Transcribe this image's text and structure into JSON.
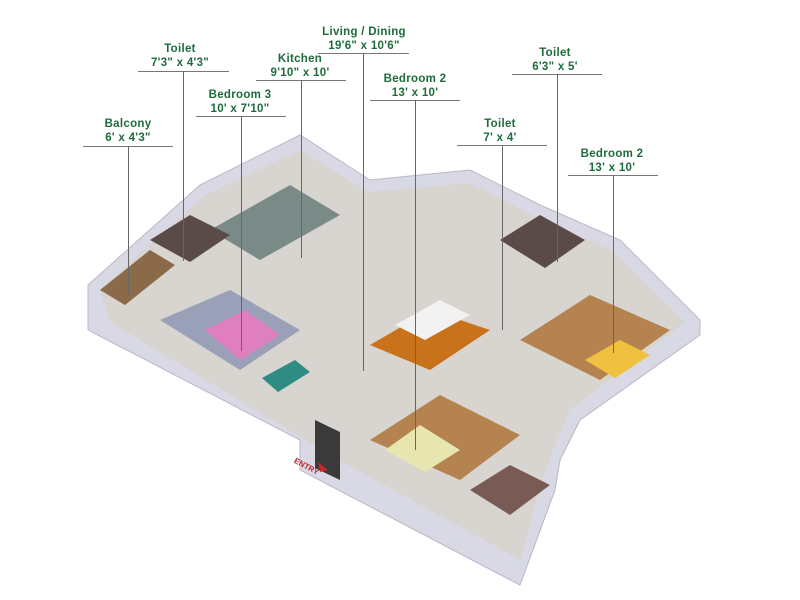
{
  "labels": [
    {
      "room": "Balcony",
      "size": "6' x 4'3\""
    },
    {
      "room": "Toilet",
      "size": "7'3\" x 4'3\""
    },
    {
      "room": "Bedroom 3",
      "size": "10' x 7'10\""
    },
    {
      "room": "Kitchen",
      "size": "9'10\" x 10'"
    },
    {
      "room": "Living / Dining",
      "size": "19'6\" x 10'6\""
    },
    {
      "room": "Bedroom 2",
      "size": "13' x 10'"
    },
    {
      "room": "Toilet",
      "size": "7' x 4'"
    },
    {
      "room": "Toilet",
      "size": "6'3\" x 5'"
    },
    {
      "room": "Bedroom 2",
      "size": "13' x 10'"
    }
  ],
  "entry_label": "ENTRY",
  "colors": {
    "label_text": "#1e6b3c",
    "wall": "#e8e8f0",
    "floor_wood": "#b5834f",
    "floor_tile": "#d9d6d2",
    "entry_arrow": "#c3262b"
  }
}
